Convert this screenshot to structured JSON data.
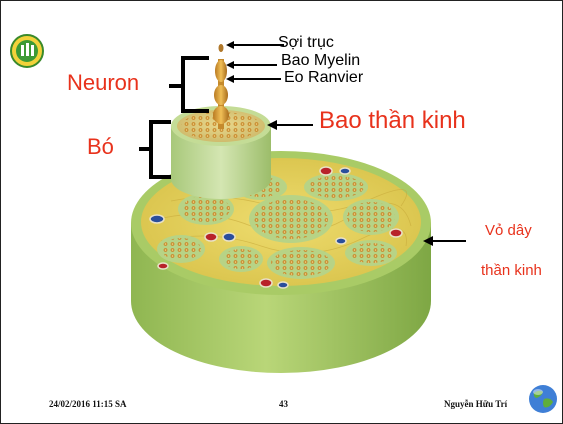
{
  "slide": {
    "labels": {
      "soi_truc": "Sợi trục",
      "bao_myelin": "Bao Myelin",
      "eo_ranvier": "Eo Ranvier",
      "neuron": "Neuron",
      "bo": "Bó",
      "bao_than_kinh": "Bao thần kinh",
      "vo_day": "Vỏ dây",
      "than_kinh": "thần kinh"
    },
    "footer": {
      "date": "24/02/2016 11:15 SA",
      "page": "43",
      "author": "Nguyễn Hữu Trí"
    },
    "icons": {
      "logo": "university-logo-icon",
      "globe": "globe-icon"
    },
    "colors": {
      "label_red": "#e8321c",
      "nerve_green": "#9cc15a",
      "fascicle_yellow": "#e9d65a",
      "axon_orange": "#e0a23a"
    }
  }
}
